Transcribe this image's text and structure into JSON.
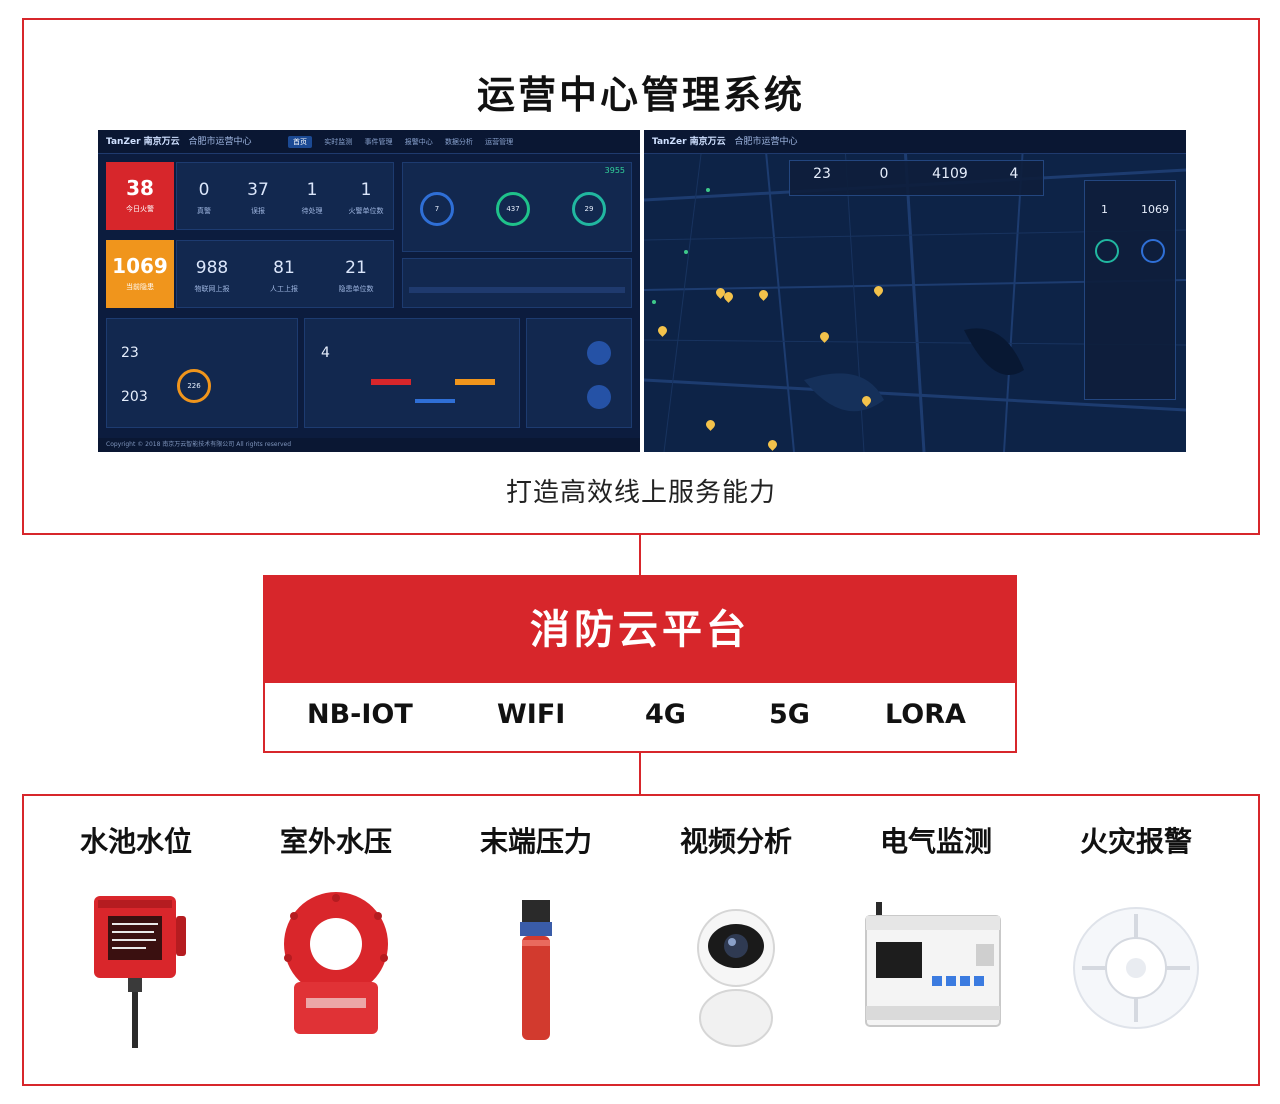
{
  "top_section": {
    "title": "运营中心管理系统",
    "subtitle": "打造高效线上服务能力",
    "dashboard_left": {
      "brand": "TanZer 南京万云",
      "center_name": "合肥市运营中心",
      "nav": [
        "首页",
        "实时监测",
        "事件管理",
        "报警中心",
        "数据分析",
        "运营管理"
      ],
      "stats_row1": [
        {
          "value": "38",
          "label": "今日火警"
        },
        {
          "value": "0",
          "label": "真警"
        },
        {
          "value": "37",
          "label": "误报"
        },
        {
          "value": "1",
          "label": "待处理"
        },
        {
          "value": "1",
          "label": "火警单位数"
        }
      ],
      "stats_row2": [
        {
          "value": "1069",
          "label": "当前隐患"
        },
        {
          "value": "988",
          "label": "物联网上报"
        },
        {
          "value": "81",
          "label": "人工上报"
        },
        {
          "value": "21",
          "label": "隐患单位数"
        }
      ],
      "gauges": [
        "7",
        "437",
        "29"
      ],
      "gauge_caption": "3955",
      "units": {
        "value1": "23",
        "value2": "203",
        "ring": "226"
      },
      "service": {
        "value": "4"
      },
      "footer": "Copyright © 2018 南京万云智能技术有限公司 All rights reserved"
    },
    "dashboard_right": {
      "brand": "TanZer 南京万云",
      "center_name": "合肥市运营中心",
      "map_stats": [
        "23",
        "0",
        "4109",
        "4"
      ],
      "side_panel": {
        "value1": "1",
        "value2": "1069"
      }
    }
  },
  "platform": {
    "title": "消防云平台",
    "protocols": [
      "NB-IOT",
      "WIFI",
      "4G",
      "5G",
      "LORA"
    ]
  },
  "devices": [
    {
      "label": "水池水位",
      "icon": "water-level-sensor-icon"
    },
    {
      "label": "室外水压",
      "icon": "outdoor-water-pressure-icon"
    },
    {
      "label": "末端压力",
      "icon": "terminal-pressure-icon"
    },
    {
      "label": "视频分析",
      "icon": "camera-icon"
    },
    {
      "label": "电气监测",
      "icon": "electrical-monitor-icon"
    },
    {
      "label": "火灾报警",
      "icon": "smoke-detector-icon"
    }
  ],
  "colors": {
    "accent_red": "#d7262b",
    "dashboard_bg": "#0c1c3e"
  }
}
